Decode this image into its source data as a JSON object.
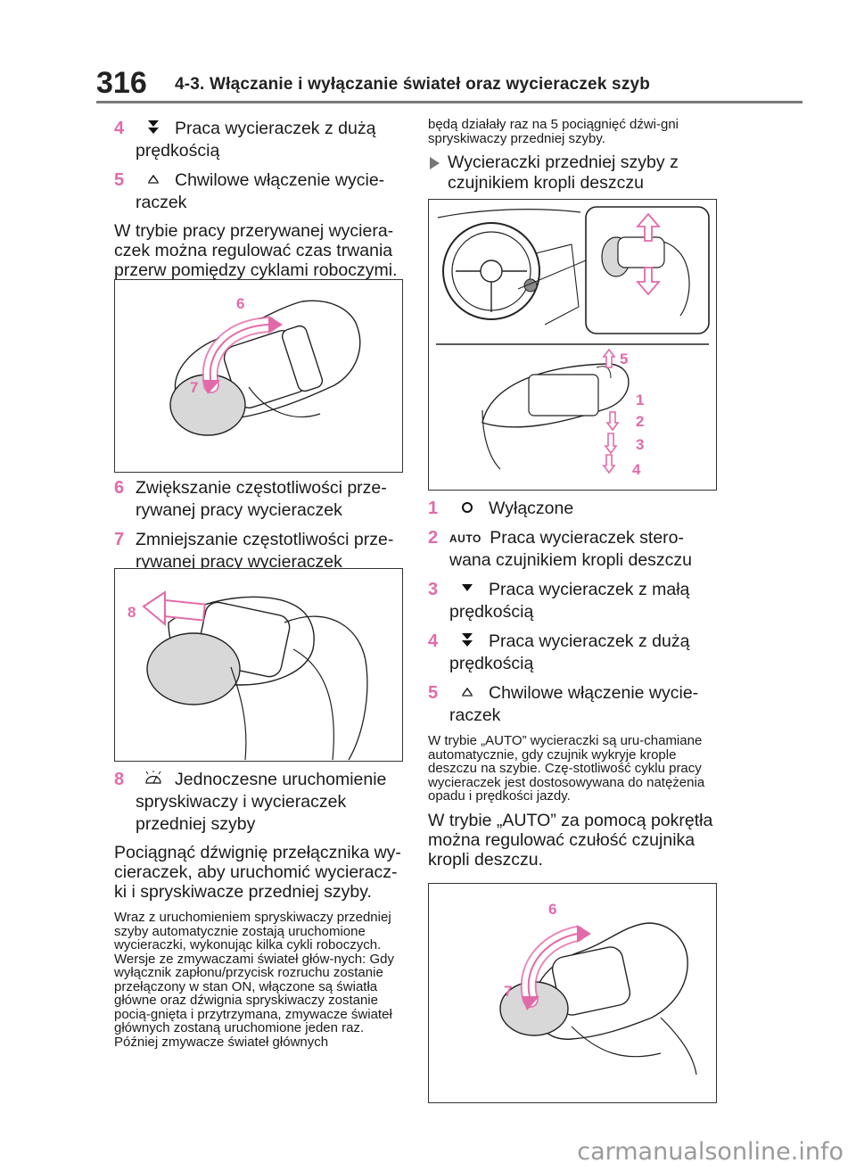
{
  "header": {
    "page_number": "316",
    "section_title": "4-3. Włączanie i wyłączanie świateł oraz wycieraczek szyb"
  },
  "left": {
    "item4": {
      "num": "4",
      "text": "Praca wycieraczek z dużą prędkością"
    },
    "item5": {
      "num": "5",
      "text": "Chwilowe włączenie wycie-raczek"
    },
    "intermittent_note": "W trybie pracy przerywanej wyciera-czek można regulować czas trwania przerw pomiędzy cyklami roboczymi.",
    "fig1_labels": [
      "6",
      "7"
    ],
    "item6": {
      "num": "6",
      "text": "Zwiększanie częstotliwości prze-rywanej pracy wycieraczek"
    },
    "item7": {
      "num": "7",
      "text": "Zmniejszanie częstotliwości prze-rywanej pracy wycieraczek"
    },
    "fig2_label": "8",
    "item8": {
      "num": "8",
      "text": "Jednoczesne uruchomienie spryskiwaczy i wycieraczek przedniej szyby"
    },
    "pull_note": "Pociągnąć dźwignię przełącznika wy-cieraczek, aby uruchomić wycieracz-ki i spryskiwacze przedniej szyby.",
    "small_note": "Wraz z uruchomieniem spryskiwaczy przedniej szyby automatycznie zostają uruchomione wycieraczki, wykonując kilka cykli roboczych. Wersje ze zmywaczami świateł głów-nych: Gdy wyłącznik zapłonu/przycisk rozruchu zostanie przełączony w stan ON, włączone są światła główne oraz dźwignia spryskiwaczy zostanie pocią-gnięta i przytrzymana, zmywacze świateł głównych zostaną uruchomione jeden raz. Później zmywacze świateł głównych"
  },
  "right": {
    "continued_note": "będą działały raz na 5 pociągnięć dźwi-gni spryskiwaczy przedniej szyby.",
    "subheading": "Wycieraczki przedniej szyby z czujnikiem kropli deszczu",
    "fig3_labels": [
      "5",
      "1",
      "2",
      "3",
      "4"
    ],
    "item1": {
      "num": "1",
      "text": "Wyłączone"
    },
    "item2": {
      "num": "2",
      "icon": "AUTO",
      "text": "Praca wycieraczek stero-wana czujnikiem kropli deszczu"
    },
    "item3": {
      "num": "3",
      "text": "Praca wycieraczek z małą prędkością"
    },
    "item4": {
      "num": "4",
      "text": "Praca wycieraczek z dużą prędkością"
    },
    "item5": {
      "num": "5",
      "text": "Chwilowe włączenie wycie-raczek"
    },
    "auto_small_note": "W trybie „AUTO” wycieraczki są uru-chamiane automatycznie, gdy czujnik wykryje krople deszczu na szybie. Czę-stotliwość cyklu pracy wycieraczek jest dostosowywana do natężenia opadu i prędkości jazdy.",
    "auto_note": "W trybie „AUTO” za pomocą pokrętła można regulować czułość czujnika kropli deszczu.",
    "fig4_labels": [
      "6",
      "7"
    ]
  },
  "watermark": "carmanualsonline.info",
  "colors": {
    "accent": "#e26aa8",
    "rule": "#7a7a7a",
    "text": "#1a1a1a"
  }
}
